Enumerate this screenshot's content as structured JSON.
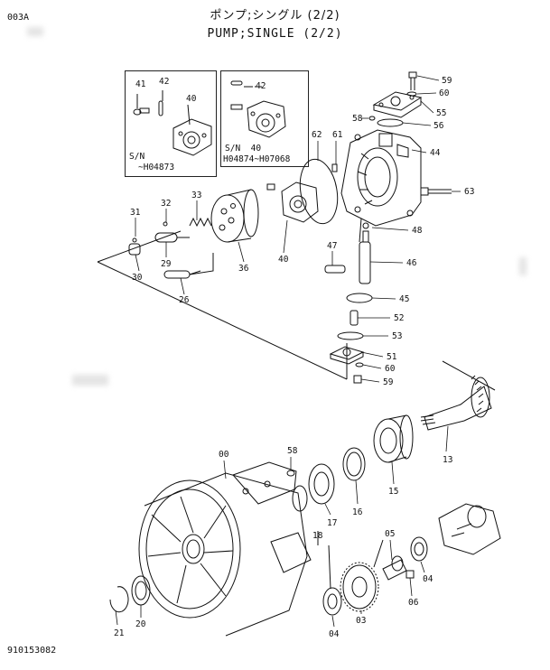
{
  "header": {
    "page_code": "003A",
    "title_jp": "ポンプ;シングル (2/2)",
    "title_en": "PUMP;SINGLE (2/2)"
  },
  "footer": {
    "doc_number": "910153082"
  },
  "insets": [
    {
      "id": "inset-early",
      "sn_line1": "S/N",
      "sn_line2": "~H04873"
    },
    {
      "id": "inset-late",
      "sn_line1": "S/N  40",
      "sn_line2": "H04874~H07068"
    }
  ],
  "callouts": {
    "c41": "41",
    "c42a": "42",
    "c40a": "40",
    "c42b": "42",
    "c59a": "59",
    "c60a": "60",
    "c55": "55",
    "c56": "56",
    "c58a": "58",
    "c62": "62",
    "c61": "61",
    "c44": "44",
    "c63": "63",
    "c31": "31",
    "c32": "32",
    "c33": "33",
    "c30": "30",
    "c29": "29",
    "c36": "36",
    "c26": "26",
    "c40c": "40",
    "c48": "48",
    "c47": "47",
    "c46": "46",
    "c45": "45",
    "c52": "52",
    "c53": "53",
    "c51": "51",
    "c60b": "60",
    "c59b": "59",
    "c13": "13",
    "c15": "15",
    "c16": "16",
    "c17": "17",
    "c18": "18",
    "c00": "00",
    "c58b": "58",
    "c05": "05",
    "c04a": "04",
    "c06": "06",
    "c03": "03",
    "c04b": "04",
    "c21": "21",
    "c20": "20"
  }
}
